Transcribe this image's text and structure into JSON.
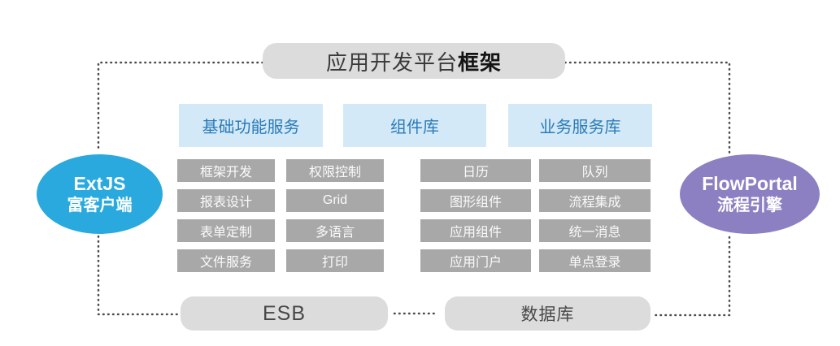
{
  "diagram": {
    "top_pill": {
      "label_regular": "应用开发平台",
      "label_bold": "框架"
    },
    "headers": [
      "基础功能服务",
      "组件库",
      "业务服务库"
    ],
    "grid_rows": [
      [
        "框架开发",
        "权限控制",
        "日历",
        "队列"
      ],
      [
        "报表设计",
        "Grid",
        "图形组件",
        "流程集成"
      ],
      [
        "表单定制",
        "多语言",
        "应用组件",
        "统一消息"
      ],
      [
        "文件服务",
        "打印",
        "应用门户",
        "单点登录"
      ]
    ],
    "left_node": {
      "title": "ExtJS",
      "subtitle": "富客户端"
    },
    "right_node": {
      "title": "FlowPortal",
      "subtitle": "流程引擎"
    },
    "bottom_pills": [
      "ESB",
      "数据库"
    ],
    "colors": {
      "pill_bg": "#dcdcdc",
      "header_bg": "#d3e9f7",
      "header_text": "#2b7bb9",
      "module_box_bg": "#a8a8a8",
      "left_node_bg": "#29a9de",
      "right_node_bg": "#8d80c2",
      "connector_dots": "#4d4d4d"
    }
  }
}
